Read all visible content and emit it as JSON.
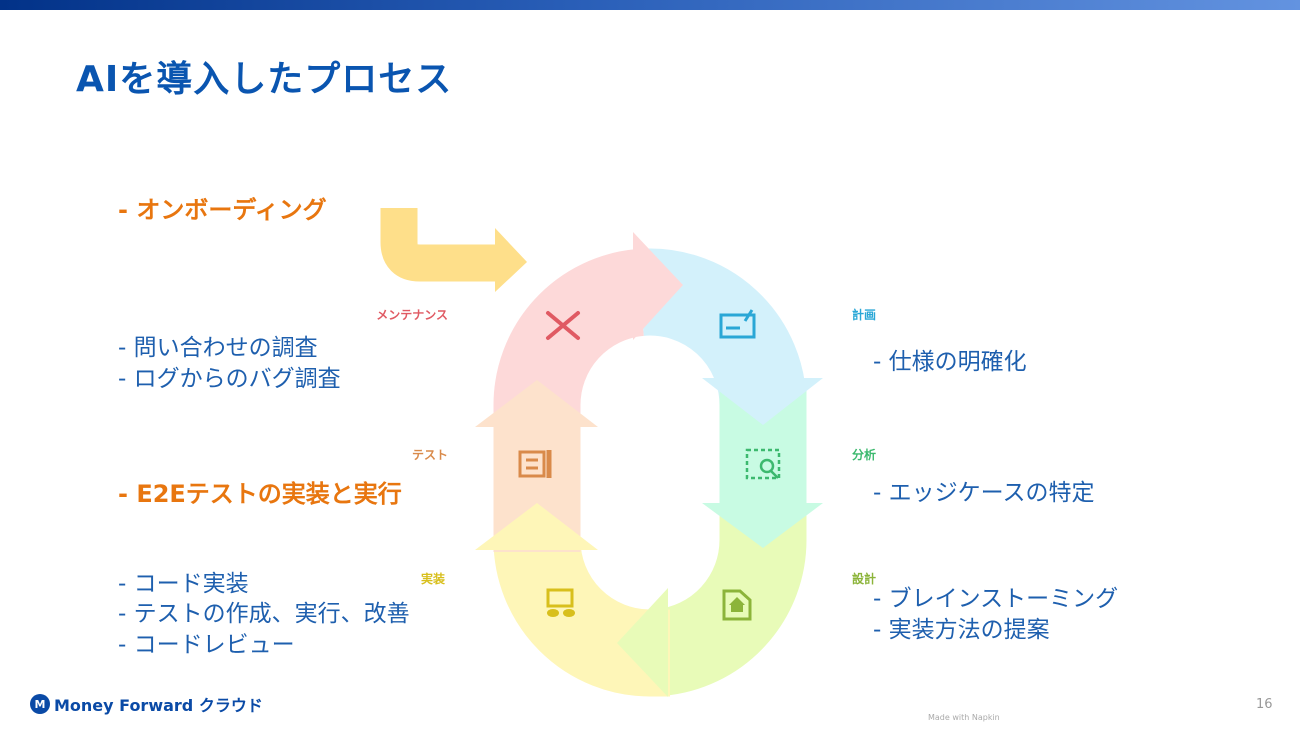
{
  "title": "AIを導入したプロセス",
  "left_items": {
    "onboarding": "- オンボーディング",
    "maintenance": [
      "- 問い合わせの調査",
      "- ログからのバグ調査"
    ],
    "test": "- E2Eテストの実装と実行",
    "implementation": [
      "- コード実装",
      "- テストの作成、実行、改善",
      "- コードレビュー"
    ]
  },
  "right_items": {
    "planning": "- 仕様の明確化",
    "analysis": "- エッジケースの特定",
    "design": [
      "- ブレインストーミング",
      "-  実装方法の提案"
    ]
  },
  "stages": [
    {
      "label": "メンテナンス",
      "icon": "tools-icon",
      "color": "#e05a63"
    },
    {
      "label": "計画",
      "icon": "plan-chart-icon",
      "color": "#2aa7d6"
    },
    {
      "label": "分析",
      "icon": "search-frame-icon",
      "color": "#3cb96e"
    },
    {
      "label": "設計",
      "icon": "home-document-icon",
      "color": "#8cb43a"
    },
    {
      "label": "実装",
      "icon": "computer-icon",
      "color": "#d8bf1c"
    },
    {
      "label": "テスト",
      "icon": "checklist-pen-icon",
      "color": "#d98a4a"
    }
  ],
  "footer": {
    "logo": "Money Forward クラウド",
    "page_number": "16",
    "made_with": "Made with Napkin"
  }
}
